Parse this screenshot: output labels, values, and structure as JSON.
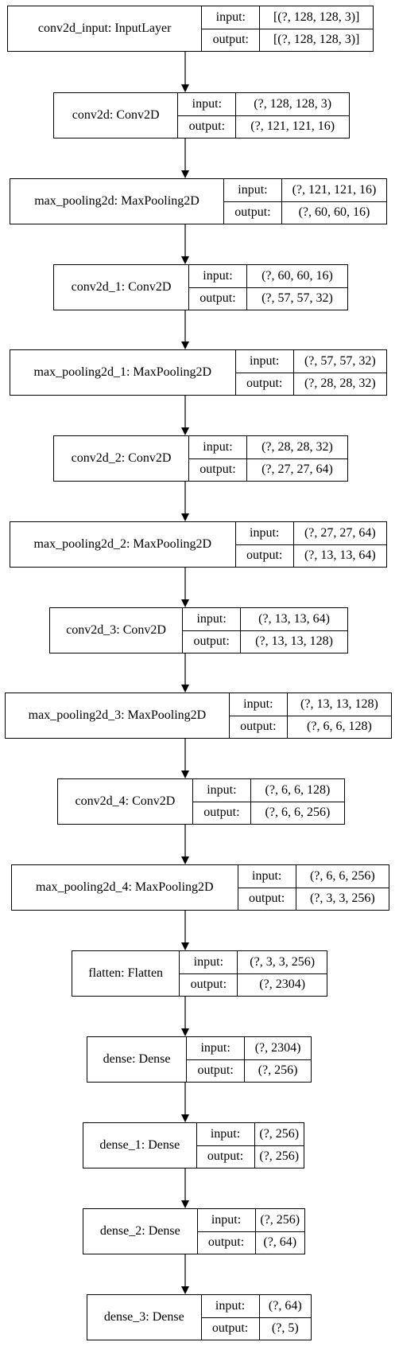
{
  "nodes": [
    {
      "name": "conv2d_input: InputLayer",
      "input_label": "input:",
      "output_label": "output:",
      "input": "[(?, 128, 128, 3)]",
      "output": "[(?, 128, 128, 3)]"
    },
    {
      "name": "conv2d: Conv2D",
      "input_label": "input:",
      "output_label": "output:",
      "input": "(?, 128, 128, 3)",
      "output": "(?, 121, 121, 16)"
    },
    {
      "name": "max_pooling2d: MaxPooling2D",
      "input_label": "input:",
      "output_label": "output:",
      "input": "(?, 121, 121, 16)",
      "output": "(?, 60, 60, 16)"
    },
    {
      "name": "conv2d_1: Conv2D",
      "input_label": "input:",
      "output_label": "output:",
      "input": "(?, 60, 60, 16)",
      "output": "(?, 57, 57, 32)"
    },
    {
      "name": "max_pooling2d_1: MaxPooling2D",
      "input_label": "input:",
      "output_label": "output:",
      "input": "(?, 57, 57, 32)",
      "output": "(?, 28, 28, 32)"
    },
    {
      "name": "conv2d_2: Conv2D",
      "input_label": "input:",
      "output_label": "output:",
      "input": "(?, 28, 28, 32)",
      "output": "(?, 27, 27, 64)"
    },
    {
      "name": "max_pooling2d_2: MaxPooling2D",
      "input_label": "input:",
      "output_label": "output:",
      "input": "(?, 27, 27, 64)",
      "output": "(?, 13, 13, 64)"
    },
    {
      "name": "conv2d_3: Conv2D",
      "input_label": "input:",
      "output_label": "output:",
      "input": "(?, 13, 13, 64)",
      "output": "(?, 13, 13, 128)"
    },
    {
      "name": "max_pooling2d_3: MaxPooling2D",
      "input_label": "input:",
      "output_label": "output:",
      "input": "(?, 13, 13, 128)",
      "output": "(?, 6, 6, 128)"
    },
    {
      "name": "conv2d_4: Conv2D",
      "input_label": "input:",
      "output_label": "output:",
      "input": "(?, 6, 6, 128)",
      "output": "(?, 6, 6, 256)"
    },
    {
      "name": "max_pooling2d_4: MaxPooling2D",
      "input_label": "input:",
      "output_label": "output:",
      "input": "(?, 6, 6, 256)",
      "output": "(?, 3, 3, 256)"
    },
    {
      "name": "flatten: Flatten",
      "input_label": "input:",
      "output_label": "output:",
      "input": "(?, 3, 3, 256)",
      "output": "(?, 2304)"
    },
    {
      "name": "dense: Dense",
      "input_label": "input:",
      "output_label": "output:",
      "input": "(?, 2304)",
      "output": "(?, 256)"
    },
    {
      "name": "dense_1: Dense",
      "input_label": "input:",
      "output_label": "output:",
      "input": "(?, 256)",
      "output": "(?, 256)"
    },
    {
      "name": "dense_2: Dense",
      "input_label": "input:",
      "output_label": "output:",
      "input": "(?, 256)",
      "output": "(?, 64)"
    },
    {
      "name": "dense_3: Dense",
      "input_label": "input:",
      "output_label": "output:",
      "input": "(?, 64)",
      "output": "(?, 5)"
    }
  ]
}
